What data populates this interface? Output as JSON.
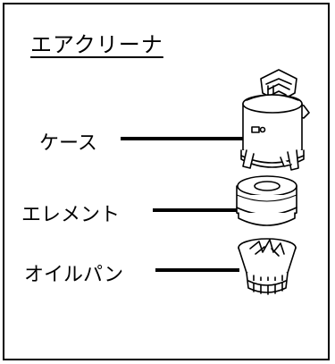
{
  "title": "エアクリーナ",
  "labels": {
    "case": "ケース",
    "element": "エレメント",
    "oil_pan": "オイルパン"
  }
}
